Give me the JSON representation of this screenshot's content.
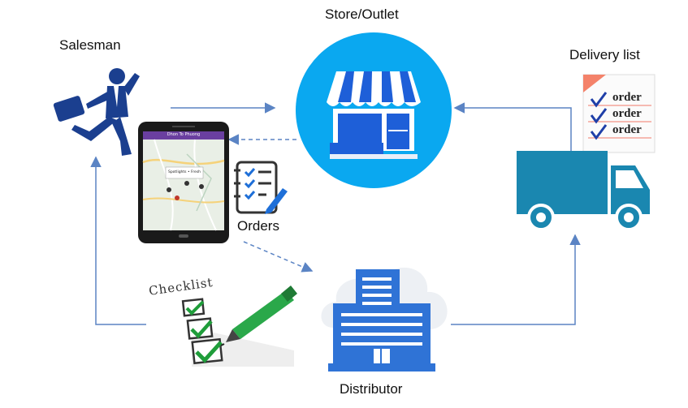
{
  "labels": {
    "store": "Store/Outlet",
    "salesman": "Salesman",
    "delivery_list": "Delivery list",
    "orders": "Orders",
    "distributor": "Distributor",
    "checklist": "Checklist"
  },
  "delivery_items": [
    "order",
    "order",
    "order"
  ],
  "tablet": {
    "app_title": "Dhon To Phuong",
    "map_popup": "Spotlights • Fresh"
  },
  "colors": {
    "store_circle": "#0aa8f0",
    "truck": "#1a87b0",
    "building": "#2f73d6",
    "arrow": "#5b84c4",
    "check": "#1f9d3a",
    "salesman": "#1b3f8f"
  }
}
